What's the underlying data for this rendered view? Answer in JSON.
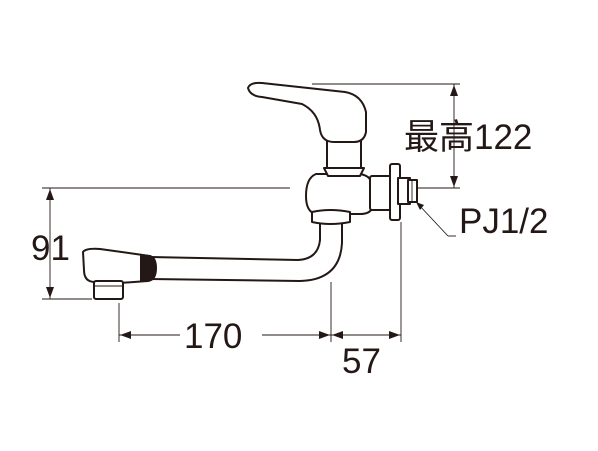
{
  "dimensions": {
    "max_height": "最高122",
    "outlet_height": "91",
    "spout_length": "170",
    "wall_offset": "57",
    "connection": "PJ1/2"
  }
}
